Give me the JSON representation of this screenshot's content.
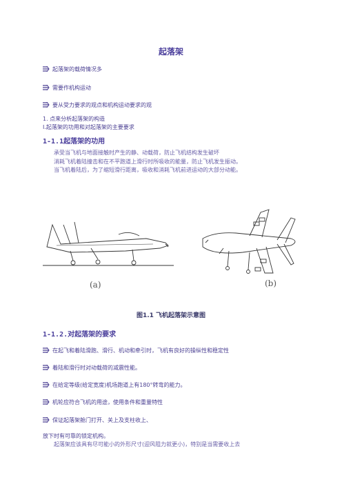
{
  "title": "起落架",
  "intro_bullets": [
    "起落架的载荷情况多",
    "需要作机构运动",
    "要从受力要求的观点和机构运动要求的观"
  ],
  "outline": [
    "1. 点来分析起落架的构造",
    "Ⅰ.起落架的功用和对起落架的主要要求"
  ],
  "section1": {
    "heading": "1-1.1起落架的功用",
    "lines": [
      "承受当飞机与地面接触时产生的静、动载荷，防止飞机结构发生破坏",
      "消耗飞机着陆撞击和在不平跑道上滑行时所吸收的能量，防止飞机发生振动。",
      "当飞机着陆后，为了缩短滑行距离，吸收和消耗飞机前进运动的大部分动能。"
    ]
  },
  "figure": {
    "label_a": "(a)",
    "label_b": "(b)",
    "caption": "图1.1 飞机起落架示意图"
  },
  "section2": {
    "heading": "1-1.2.对起落架的要求",
    "bullets": [
      "在起飞和着陆滑跑、滑行、机动和牵引时，飞机有良好的操纵性和稳定性",
      "着陆和滑行时对动载荷的减震性能。",
      "在给定等级(给定宽度)机场跑道上有180°转弯的能力。",
      "机轮应符合飞机的用途，使用条件和重量特性",
      "保证起落架舱门打开、关上及支柱收上、"
    ],
    "tail_lines": [
      "放下时有可靠的锁定机构。",
      "起落架应该具有尽可能小的外形尺寸(迎风阻力就更小)，特别是当需要收上去"
    ]
  }
}
